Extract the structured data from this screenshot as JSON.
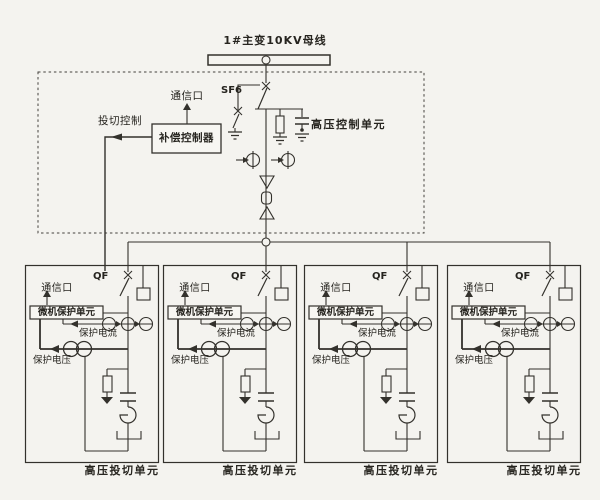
{
  "page": {
    "background": "#f4f3ef",
    "line_color": "#33312c"
  },
  "title": "1#主变10KV母线",
  "control_section": {
    "section_label": "高压控制单元",
    "breaker_label": "SF6",
    "comm_port": "通信口",
    "switch_control": "投切控制",
    "controller": "补偿控制器"
  },
  "units": [
    {
      "comm_port": "通信口",
      "breaker": "QF",
      "protection_unit": "微机保护单元",
      "current_label": "保护电流",
      "voltage_label": "保护电压",
      "caption": "高压投切单元"
    },
    {
      "comm_port": "通信口",
      "breaker": "QF",
      "protection_unit": "微机保护单元",
      "current_label": "保护电流",
      "voltage_label": "保护电压",
      "caption": "高压投切单元"
    },
    {
      "comm_port": "通信口",
      "breaker": "QF",
      "protection_unit": "微机保护单元",
      "current_label": "保护电流",
      "voltage_label": "保护电压",
      "caption": "高压投切单元"
    },
    {
      "comm_port": "通信口",
      "breaker": "QF",
      "protection_unit": "微机保护单元",
      "current_label": "保护电流",
      "voltage_label": "保护电压",
      "caption": "高压投切单元"
    }
  ]
}
